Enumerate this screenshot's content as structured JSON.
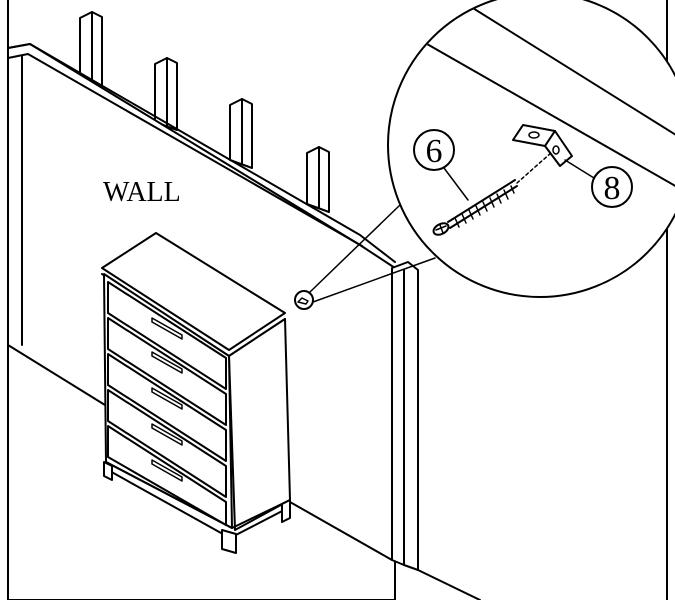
{
  "diagram": {
    "wall_label": "WALL",
    "callouts": [
      {
        "number": "6",
        "part": "screw"
      },
      {
        "number": "8",
        "part": "bracket"
      }
    ],
    "colors": {
      "line": "#000000",
      "background": "#ffffff"
    }
  }
}
